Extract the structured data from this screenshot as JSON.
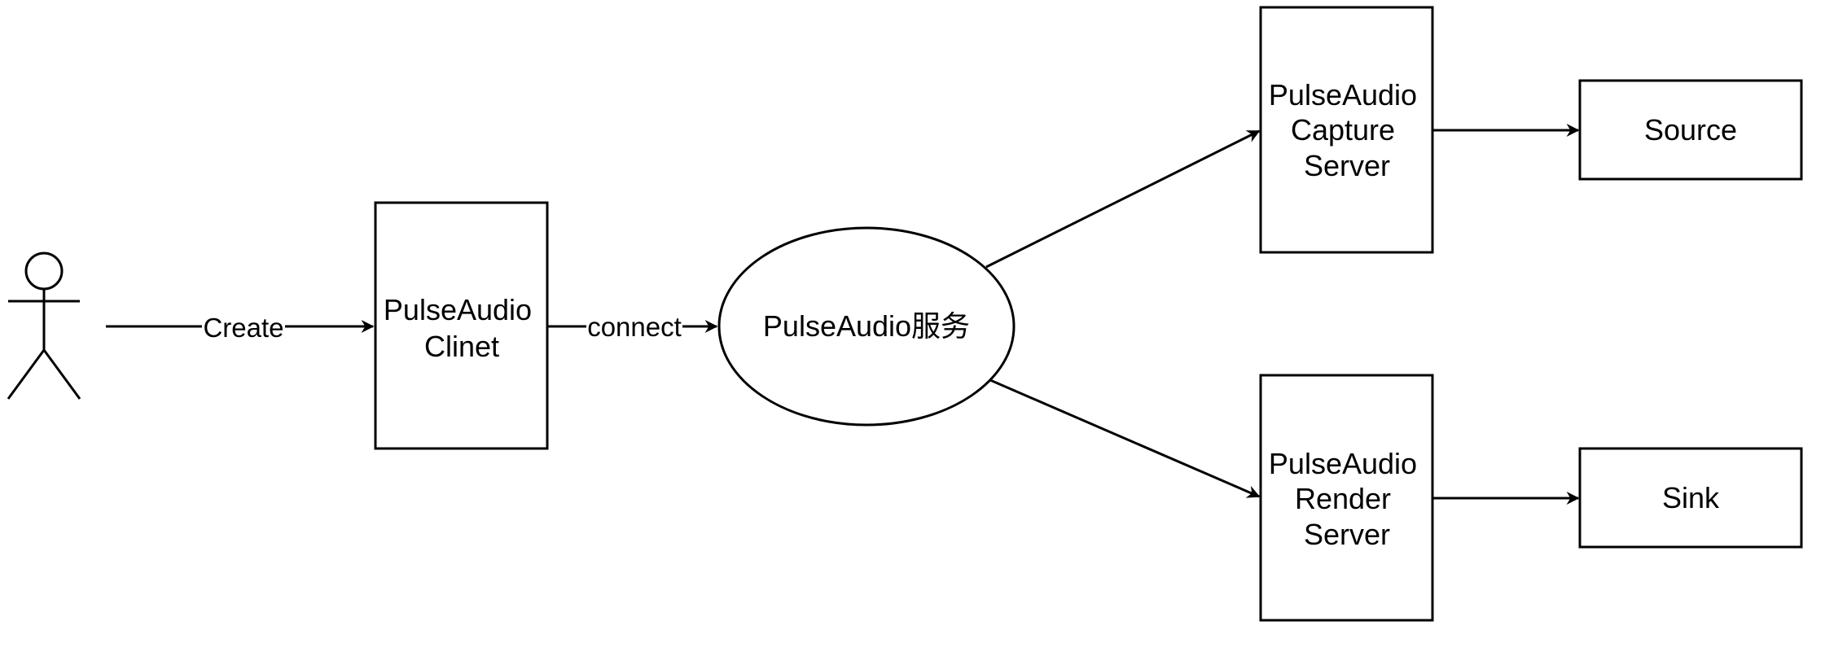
{
  "nodes": {
    "client": {
      "lines": [
        "PulseAudio",
        "Clinet"
      ]
    },
    "service": {
      "label": "PulseAudio服务"
    },
    "capture_server": {
      "lines": [
        "PulseAudio",
        "Capture",
        "Server"
      ]
    },
    "render_server": {
      "lines": [
        "PulseAudio",
        "Render",
        "Server"
      ]
    },
    "source": {
      "label": "Source"
    },
    "sink": {
      "label": "Sink"
    }
  },
  "edges": {
    "create": {
      "label": "Create"
    },
    "connect": {
      "label": "connect"
    }
  },
  "colors": {
    "stroke": "#000000",
    "fill": "#ffffff",
    "text": "#000000"
  }
}
